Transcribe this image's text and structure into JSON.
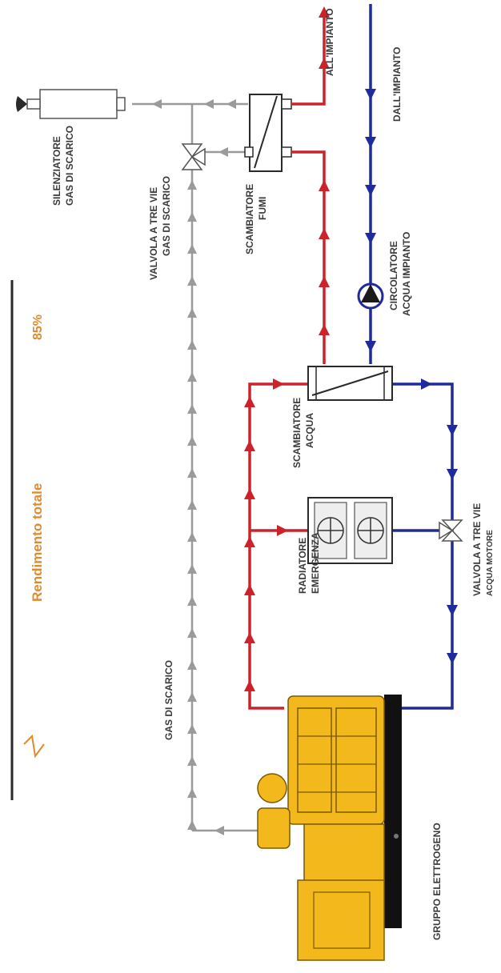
{
  "labels": {
    "all_impianto": "ALL'IMPIANTO",
    "dall_impianto": "DALL'IMPIANTO",
    "silenziatore_1": "SILENZIATORE",
    "silenziatore_2": "GAS DI SCARICO",
    "valvola_gas_1": "VALVOLA A TRE VIE",
    "valvola_gas_2": "GAS DI SCARICO",
    "scambiatore_fumi_1": "SCAMBIATORE",
    "scambiatore_fumi_2": "FUMI",
    "circolatore_1": "CIRCOLATORE",
    "circolatore_2": "ACQUA IMPIANTO",
    "rendimento_label": "Rendimento totale",
    "rendimento_value": "85%",
    "scambiatore_acqua_1": "SCAMBIATORE",
    "scambiatore_acqua_2": "ACQUA",
    "radiatore_1": "RADIATORE",
    "radiatore_2": "EMERGENZA",
    "valvola_motore_1": "VALVOLA A TRE VIE",
    "valvola_motore_2": "ACQUA MOTORE",
    "gas_di_scarico": "GAS DI SCARICO",
    "gruppo": "GRUPPO ELETTROGENO"
  },
  "colors": {
    "hot_water": "#cc2229",
    "cold_water": "#1f2a9e",
    "exhaust": "#9a9a9a",
    "engine": "#f2b81c",
    "accent": "#e08a2e"
  }
}
